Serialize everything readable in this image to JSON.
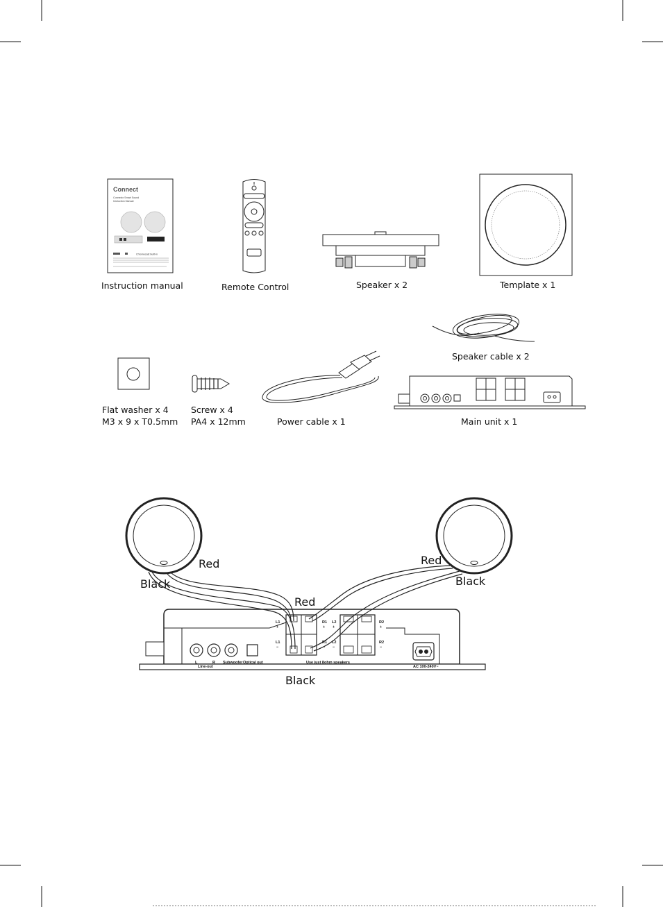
{
  "contents": {
    "instruction_manual": "Instruction manual",
    "remote_control": "Remote Control",
    "speaker": "Speaker x 2",
    "template": "Template x 1",
    "speaker_cable": "Speaker cable x 2",
    "flat_washer_line1": "Flat washer  x 4",
    "flat_washer_line2": "M3 x 9 x T0.5mm",
    "screw_line1": "Screw x 4",
    "screw_line2": "PA4 x 12mm",
    "power_cable": "Power cable x 1",
    "main_unit": "Main unit x 1"
  },
  "manual_cover": {
    "brand": "Connect",
    "title": "Connectx Smart Sound",
    "subtitle": "Instruction Manual",
    "chromecast": "Chromecast built-in"
  },
  "wiring": {
    "left_red": "Red",
    "left_black": "Black",
    "right_red": "Red",
    "right_black": "Black",
    "center_red": "Red",
    "center_black": "Black"
  },
  "panel": {
    "l1_plus": "L1",
    "l1_minus": "L1",
    "r1_plus": "R1",
    "r1_minus": "R1",
    "l2_plus": "L2",
    "l2_minus": "L2",
    "r2_plus": "R2",
    "r2_minus": "R2",
    "plus": "+",
    "minus": "−",
    "line_out_l": "L",
    "line_out_r": "R",
    "line_out": "Line-out",
    "subwoofer": "Subwoofer",
    "optical_out": "Optical out",
    "speaker_note": "Use just 8ohm speakers",
    "ac_input": "AC 100-240V~"
  }
}
